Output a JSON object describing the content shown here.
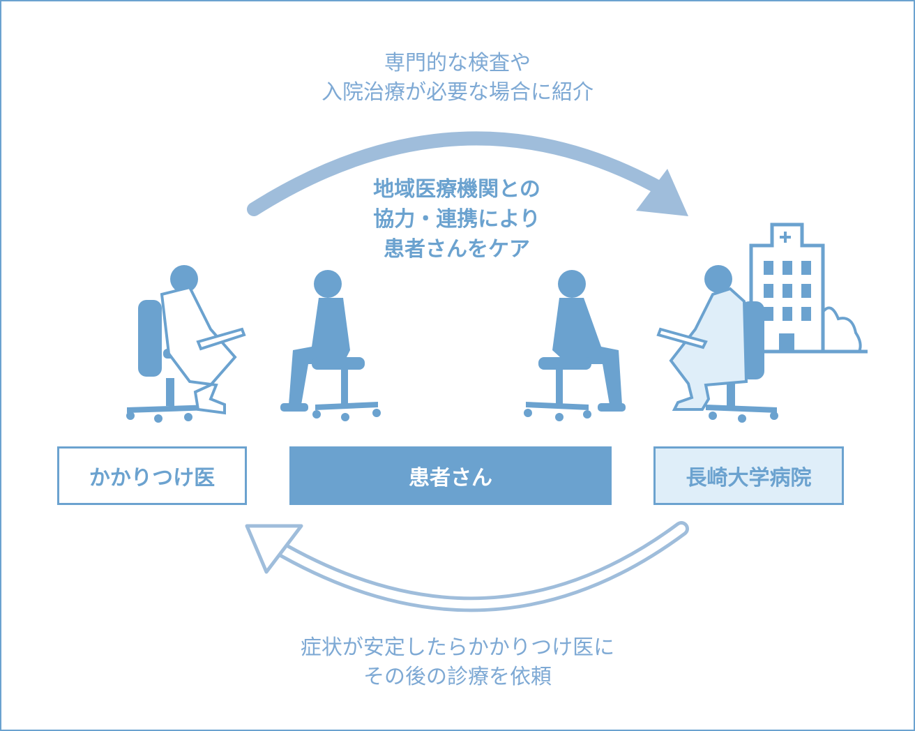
{
  "top_caption": {
    "line1": "専門的な検査や",
    "line2": "入院治療が必要な場合に紹介"
  },
  "center_text": {
    "line1": "地域医療機関との",
    "line2": "協力・連携により",
    "line3": "患者さんをケア"
  },
  "boxes": {
    "left": "かかりつけ医",
    "center": "患者さん",
    "right": "長崎大学病院"
  },
  "bottom_caption": {
    "line1": "症状が安定したらかかりつけ医に",
    "line2": "その後の診療を依頼"
  },
  "colors": {
    "primary": "#6ba2cf",
    "arrow": "#9fbddb",
    "light_fill": "#dfeef9",
    "caption": "#7ea9d4"
  }
}
